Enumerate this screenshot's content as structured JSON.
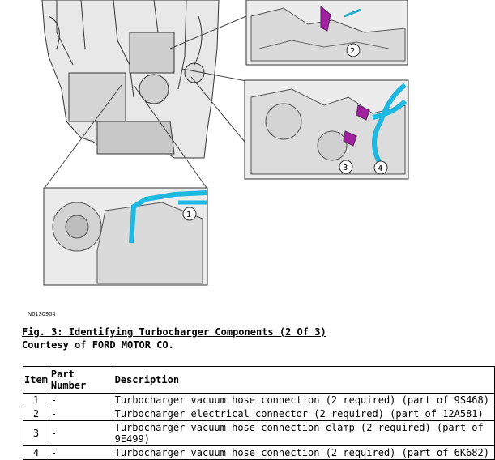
{
  "figure": {
    "id_code": "N0130904",
    "callouts": [
      "1",
      "2",
      "3",
      "4"
    ]
  },
  "caption": "Fig. 3: Identifying Turbocharger Components (2 Of 3)",
  "courtesy": "Courtesy of FORD MOTOR CO.",
  "table": {
    "headers": {
      "item": "Item",
      "part_number": "Part Number",
      "description": "Description"
    },
    "rows": [
      {
        "item": "1",
        "part_number": "-",
        "description": "Turbocharger vacuum hose connection (2 required) (part of 9S468)"
      },
      {
        "item": "2",
        "part_number": "-",
        "description": "Turbocharger electrical connector (2 required) (part of 12A581)"
      },
      {
        "item": "3",
        "part_number": "-",
        "description": "Turbocharger vacuum hose connection clamp (2 required) (part of 9E499)"
      },
      {
        "item": "4",
        "part_number": "-",
        "description": "Turbocharger vacuum hose connection (2 required) (part of 6K682)"
      }
    ]
  }
}
